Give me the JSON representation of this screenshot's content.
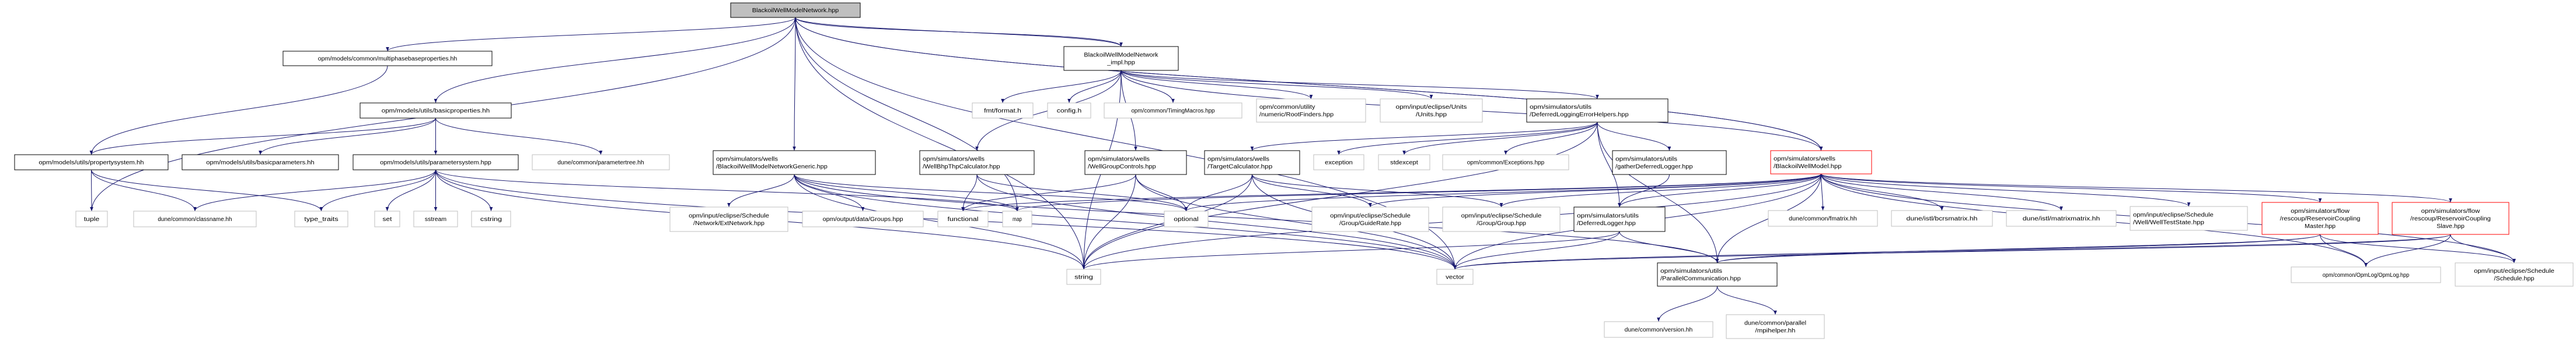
{
  "graph": {
    "colors": {
      "edge": "#191970",
      "root_fill": "#bfbfbf",
      "documented_border": "#000000",
      "external_border": "#bfbfbf",
      "truncated_border": "#ff0000"
    },
    "nodes": [
      {
        "id": "root",
        "label": [
          "BlackoilWellModelNetwork.hpp"
        ],
        "kind": "root"
      },
      {
        "id": "multiphase",
        "label": [
          "opm/models/common/multiphasebaseproperties.hh"
        ],
        "kind": "documented"
      },
      {
        "id": "basicprops",
        "label": [
          "opm/models/utils/basicproperties.hh"
        ],
        "kind": "documented"
      },
      {
        "id": "propsys",
        "label": [
          "opm/models/utils/propertysystem.hh"
        ],
        "kind": "documented"
      },
      {
        "id": "basicparams",
        "label": [
          "opm/models/utils/basicparameters.hh"
        ],
        "kind": "documented"
      },
      {
        "id": "paramsys",
        "label": [
          "opm/models/utils/parametersystem.hpp"
        ],
        "kind": "documented"
      },
      {
        "id": "paramtree",
        "label": [
          "dune/common/parametertree.hh"
        ],
        "kind": "external"
      },
      {
        "id": "generic",
        "label": [
          "opm/simulators/wells",
          "/BlackoilWellModelNetworkGeneric.hpp"
        ],
        "kind": "documented"
      },
      {
        "id": "impl",
        "label": [
          "BlackoilWellModelNetwork",
          "_impl.hpp"
        ],
        "kind": "documented"
      },
      {
        "id": "tuple",
        "label": [
          "tuple"
        ],
        "kind": "external"
      },
      {
        "id": "classname",
        "label": [
          "dune/common/classname.hh"
        ],
        "kind": "external"
      },
      {
        "id": "type_traits",
        "label": [
          "type_traits"
        ],
        "kind": "external"
      },
      {
        "id": "set",
        "label": [
          "set"
        ],
        "kind": "external"
      },
      {
        "id": "sstream",
        "label": [
          "sstream"
        ],
        "kind": "external"
      },
      {
        "id": "cstring",
        "label": [
          "cstring"
        ],
        "kind": "external"
      },
      {
        "id": "extnetwork",
        "label": [
          "opm/input/eclipse/Schedule",
          "/Network/ExtNetwork.hpp"
        ],
        "kind": "external"
      },
      {
        "id": "groups",
        "label": [
          "opm/output/data/Groups.hpp"
        ],
        "kind": "external"
      },
      {
        "id": "fmt",
        "label": [
          "fmt/format.h"
        ],
        "kind": "external"
      },
      {
        "id": "config",
        "label": [
          "config.h"
        ],
        "kind": "external"
      },
      {
        "id": "timing",
        "label": [
          "opm/common/TimingMacros.hpp"
        ],
        "kind": "external"
      },
      {
        "id": "rootfinders",
        "label": [
          "opm/common/utility",
          "/numeric/RootFinders.hpp"
        ],
        "kind": "external"
      },
      {
        "id": "units",
        "label": [
          "opm/input/eclipse/Units",
          "/Units.hpp"
        ],
        "kind": "external"
      },
      {
        "id": "dleh",
        "label": [
          "opm/simulators/utils",
          "/DeferredLoggingErrorHelpers.hpp"
        ],
        "kind": "documented"
      },
      {
        "id": "bhpthp",
        "label": [
          "opm/simulators/wells",
          "/WellBhpThpCalculator.hpp"
        ],
        "kind": "documented"
      },
      {
        "id": "wgc",
        "label": [
          "opm/simulators/wells",
          "/WellGroupControls.hpp"
        ],
        "kind": "documented"
      },
      {
        "id": "targetcalc",
        "label": [
          "opm/simulators/wells",
          "/TargetCalculator.hpp"
        ],
        "kind": "documented"
      },
      {
        "id": "exception",
        "label": [
          "exception"
        ],
        "kind": "external"
      },
      {
        "id": "stdexcept",
        "label": [
          "stdexcept"
        ],
        "kind": "external"
      },
      {
        "id": "exceptions",
        "label": [
          "opm/common/Exceptions.hpp"
        ],
        "kind": "external"
      },
      {
        "id": "gatherdl",
        "label": [
          "opm/simulators/utils",
          "/gatherDeferredLogger.hpp"
        ],
        "kind": "documented"
      },
      {
        "id": "bwm",
        "label": [
          "opm/simulators/wells",
          "/BlackoilWellModel.hpp"
        ],
        "kind": "truncated"
      },
      {
        "id": "functional",
        "label": [
          "functional"
        ],
        "kind": "external"
      },
      {
        "id": "map",
        "label": [
          "map"
        ],
        "kind": "external"
      },
      {
        "id": "optional",
        "label": [
          "optional"
        ],
        "kind": "external"
      },
      {
        "id": "guiderate",
        "label": [
          "opm/input/eclipse/Schedule",
          "/Group/GuideRate.hpp"
        ],
        "kind": "external"
      },
      {
        "id": "group",
        "label": [
          "opm/input/eclipse/Schedule",
          "/Group/Group.hpp"
        ],
        "kind": "external"
      },
      {
        "id": "dlogger",
        "label": [
          "opm/simulators/utils",
          "/DeferredLogger.hpp"
        ],
        "kind": "documented"
      },
      {
        "id": "fmatrix",
        "label": [
          "dune/common/fmatrix.hh"
        ],
        "kind": "external"
      },
      {
        "id": "bcrs",
        "label": [
          "dune/istl/bcrsmatrix.hh"
        ],
        "kind": "external"
      },
      {
        "id": "matmat",
        "label": [
          "dune/istl/matrixmatrix.hh"
        ],
        "kind": "external"
      },
      {
        "id": "welltest",
        "label": [
          "opm/input/eclipse/Schedule",
          "/Well/WellTestState.hpp"
        ],
        "kind": "external"
      },
      {
        "id": "master",
        "label": [
          "opm/simulators/flow",
          "/rescoup/ReservoirCoupling",
          "Master.hpp"
        ],
        "kind": "truncated"
      },
      {
        "id": "slave",
        "label": [
          "opm/simulators/flow",
          "/rescoup/ReservoirCoupling",
          "Slave.hpp"
        ],
        "kind": "truncated"
      },
      {
        "id": "string",
        "label": [
          "string"
        ],
        "kind": "external"
      },
      {
        "id": "vector",
        "label": [
          "vector"
        ],
        "kind": "external"
      },
      {
        "id": "parcomm",
        "label": [
          "opm/simulators/utils",
          "/ParallelCommunication.hpp"
        ],
        "kind": "documented"
      },
      {
        "id": "opmlog",
        "label": [
          "opm/common/OpmLog/OpmLog.hpp"
        ],
        "kind": "external"
      },
      {
        "id": "schedule",
        "label": [
          "opm/input/eclipse/Schedule",
          "/Schedule.hpp"
        ],
        "kind": "external"
      },
      {
        "id": "version",
        "label": [
          "dune/common/version.hh"
        ],
        "kind": "external"
      },
      {
        "id": "mpihelper",
        "label": [
          "dune/common/parallel",
          "/mpihelper.hh"
        ],
        "kind": "external"
      }
    ],
    "edges": [
      [
        "root",
        "multiphase"
      ],
      [
        "root",
        "basicprops"
      ],
      [
        "root",
        "tuple"
      ],
      [
        "root",
        "generic"
      ],
      [
        "root",
        "impl"
      ],
      [
        "root",
        "string"
      ],
      [
        "root",
        "vector"
      ],
      [
        "root",
        "map"
      ],
      [
        "root",
        "bwm"
      ],
      [
        "impl",
        "root"
      ],
      [
        "impl",
        "fmt"
      ],
      [
        "impl",
        "config"
      ],
      [
        "impl",
        "timing"
      ],
      [
        "impl",
        "rootfinders"
      ],
      [
        "impl",
        "units"
      ],
      [
        "impl",
        "dleh"
      ],
      [
        "impl",
        "bhpthp"
      ],
      [
        "impl",
        "wgc"
      ],
      [
        "impl",
        "bwm"
      ],
      [
        "impl",
        "string"
      ],
      [
        "multiphase",
        "propsys"
      ],
      [
        "basicprops",
        "propsys"
      ],
      [
        "basicprops",
        "basicparams"
      ],
      [
        "basicprops",
        "paramsys"
      ],
      [
        "basicprops",
        "paramtree"
      ],
      [
        "propsys",
        "tuple"
      ],
      [
        "propsys",
        "classname"
      ],
      [
        "propsys",
        "type_traits"
      ],
      [
        "paramsys",
        "classname"
      ],
      [
        "paramsys",
        "type_traits"
      ],
      [
        "paramsys",
        "set"
      ],
      [
        "paramsys",
        "sstream"
      ],
      [
        "paramsys",
        "cstring"
      ],
      [
        "paramsys",
        "string"
      ],
      [
        "paramsys",
        "map"
      ],
      [
        "paramsys",
        "vector"
      ],
      [
        "generic",
        "extnetwork"
      ],
      [
        "generic",
        "groups"
      ],
      [
        "generic",
        "map"
      ],
      [
        "generic",
        "optional"
      ],
      [
        "generic",
        "string"
      ],
      [
        "generic",
        "vector"
      ],
      [
        "generic",
        "parcomm"
      ],
      [
        "bhpthp",
        "functional"
      ],
      [
        "bhpthp",
        "optional"
      ],
      [
        "bhpthp",
        "vector"
      ],
      [
        "wgc",
        "functional"
      ],
      [
        "wgc",
        "optional"
      ],
      [
        "wgc",
        "string"
      ],
      [
        "wgc",
        "vector"
      ],
      [
        "targetcalc",
        "optional"
      ],
      [
        "targetcalc",
        "string"
      ],
      [
        "targetcalc",
        "vector"
      ],
      [
        "targetcalc",
        "guiderate"
      ],
      [
        "targetcalc",
        "group"
      ],
      [
        "dleh",
        "exception"
      ],
      [
        "dleh",
        "stdexcept"
      ],
      [
        "dleh",
        "exceptions"
      ],
      [
        "dleh",
        "gatherdl"
      ],
      [
        "dleh",
        "dlogger"
      ],
      [
        "dleh",
        "targetcalc"
      ],
      [
        "dleh",
        "string"
      ],
      [
        "dleh",
        "parcomm"
      ],
      [
        "gatherdl",
        "dlogger"
      ],
      [
        "dlogger",
        "string"
      ],
      [
        "dlogger",
        "vector"
      ],
      [
        "dlogger",
        "parcomm"
      ],
      [
        "parcomm",
        "version"
      ],
      [
        "parcomm",
        "mpihelper"
      ],
      [
        "bwm",
        "root"
      ],
      [
        "bwm",
        "fmatrix"
      ],
      [
        "bwm",
        "bcrs"
      ],
      [
        "bwm",
        "matmat"
      ],
      [
        "bwm",
        "welltest"
      ],
      [
        "bwm",
        "master"
      ],
      [
        "bwm",
        "slave"
      ],
      [
        "bwm",
        "opmlog"
      ],
      [
        "bwm",
        "schedule"
      ],
      [
        "bwm",
        "guiderate"
      ],
      [
        "bwm",
        "group"
      ],
      [
        "bwm",
        "dlogger"
      ],
      [
        "bwm",
        "map"
      ],
      [
        "bwm",
        "optional"
      ],
      [
        "bwm",
        "functional"
      ],
      [
        "bwm",
        "string"
      ],
      [
        "bwm",
        "vector"
      ],
      [
        "bwm",
        "parcomm"
      ],
      [
        "master",
        "opmlog"
      ],
      [
        "master",
        "schedule"
      ],
      [
        "master",
        "parcomm"
      ],
      [
        "master",
        "vector"
      ],
      [
        "slave",
        "opmlog"
      ],
      [
        "slave",
        "schedule"
      ],
      [
        "slave",
        "parcomm"
      ],
      [
        "slave",
        "vector"
      ]
    ]
  }
}
